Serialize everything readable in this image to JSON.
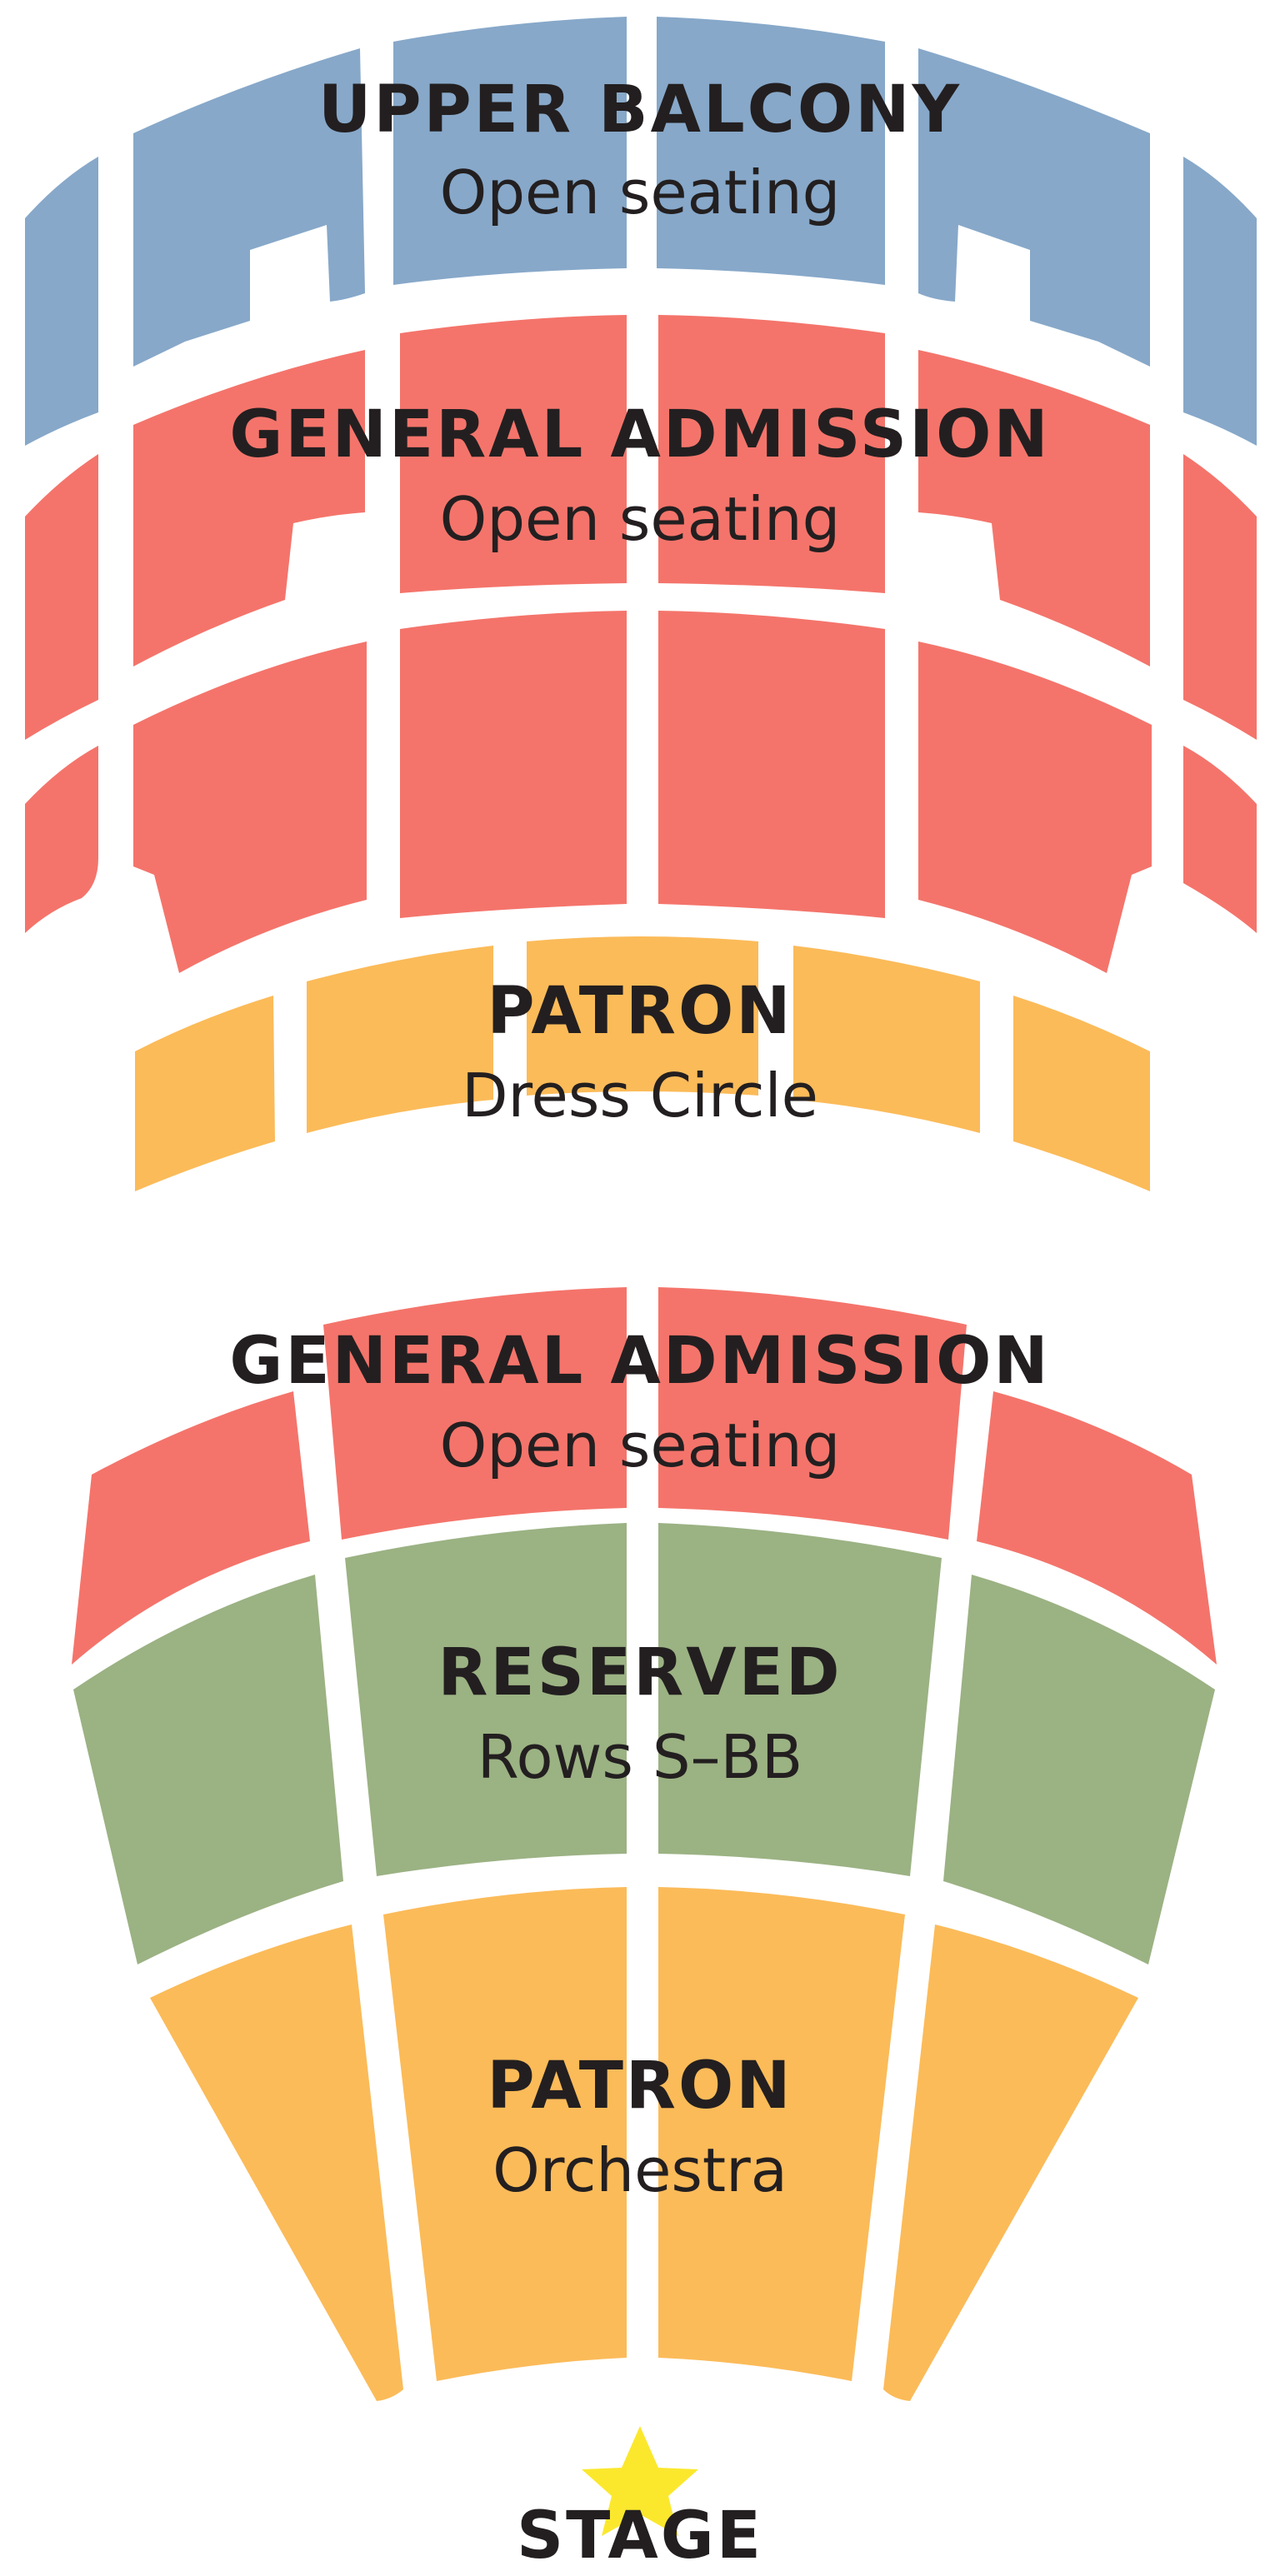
{
  "colors": {
    "upper_balcony": "#87a8c9",
    "general_admission": "#f4746b",
    "patron": "#fbbb59",
    "reserved": "#9bb283",
    "stage_star": "#fbe82d",
    "text": "#231f20"
  },
  "zones": {
    "upper_balcony": {
      "title": "UPPER BALCONY",
      "subtitle": "Open seating"
    },
    "general_admission_upper": {
      "title": "GENERAL ADMISSION",
      "subtitle": "Open seating"
    },
    "patron_dress_circle": {
      "title": "PATRON",
      "subtitle": "Dress Circle"
    },
    "general_admission_lower": {
      "title": "GENERAL ADMISSION",
      "subtitle": "Open seating"
    },
    "reserved": {
      "title": "RESERVED",
      "subtitle": "Rows S–BB"
    },
    "patron_orchestra": {
      "title": "PATRON",
      "subtitle": "Orchestra"
    }
  },
  "stage": {
    "label": "STAGE",
    "icon": "star-icon"
  }
}
